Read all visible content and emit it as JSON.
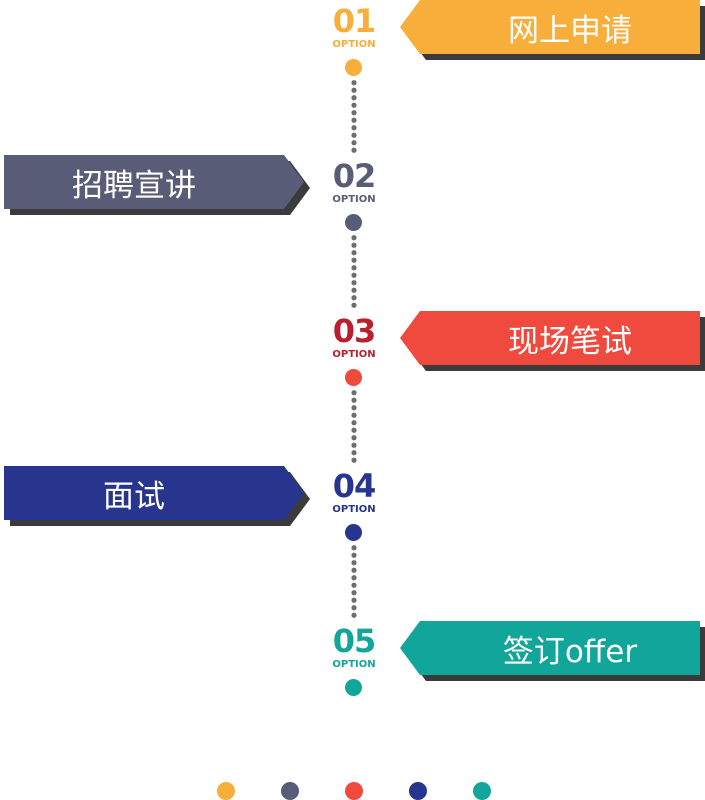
{
  "steps": [
    {
      "number": "01",
      "option": "OPTION",
      "label": "网上申请",
      "side": "right",
      "color": "#f8ae3a"
    },
    {
      "number": "02",
      "option": "OPTION",
      "label": "招聘宣讲",
      "side": "left",
      "color": "#585c76"
    },
    {
      "number": "03",
      "option": "OPTION",
      "label": "现场笔试",
      "side": "right",
      "color": "#f04a3e",
      "number_color": "#b91f2c"
    },
    {
      "number": "04",
      "option": "OPTION",
      "label": "面试",
      "side": "left",
      "color": "#27358f"
    },
    {
      "number": "05",
      "option": "OPTION",
      "label": "签订offer",
      "side": "right",
      "color": "#12a69a"
    }
  ],
  "legend_dots": [
    "#f8ae3a",
    "#585c76",
    "#f04a3e",
    "#27358f",
    "#12a69a"
  ]
}
